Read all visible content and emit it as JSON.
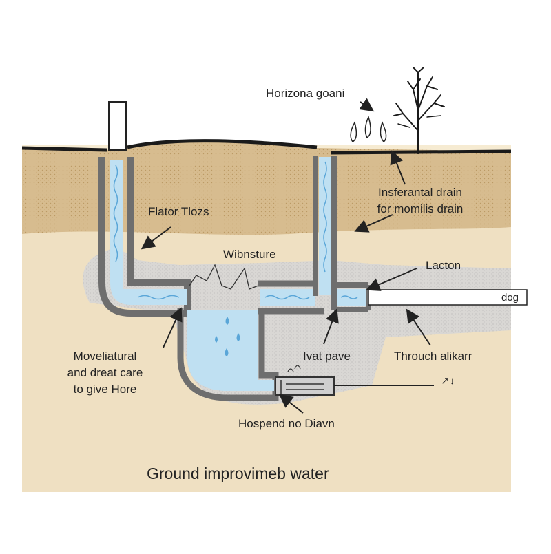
{
  "labels": {
    "top_caption": "Horizona goani",
    "interceptor": [
      "Insferantal drain",
      "for momilis drain"
    ],
    "flow": "Flator Tlozs",
    "moisture": "Wibnsture",
    "location": "Lacton",
    "pipe_tag": "dog",
    "left_note": [
      "Moveliatural",
      "and dreat care",
      "to give Hore"
    ],
    "valve": "Ivat pave",
    "through": "Throuch alikarr",
    "outlet_arrow": "↗↓",
    "drain": "Hospend no Diavn",
    "title": "Ground improvimeb water"
  },
  "colors": {
    "background_panel": "#f6ebd2",
    "topsoil": "#d7bc8f",
    "subsoil": "#efe0c2",
    "gravel": "#d6d6d6",
    "pipe_wall": "#6e6e6e",
    "water": "#bfe0f2",
    "water_line": "#5aa6d8",
    "ink": "#222222"
  },
  "icons": [
    "tree-icon",
    "water-droplet-icon"
  ]
}
